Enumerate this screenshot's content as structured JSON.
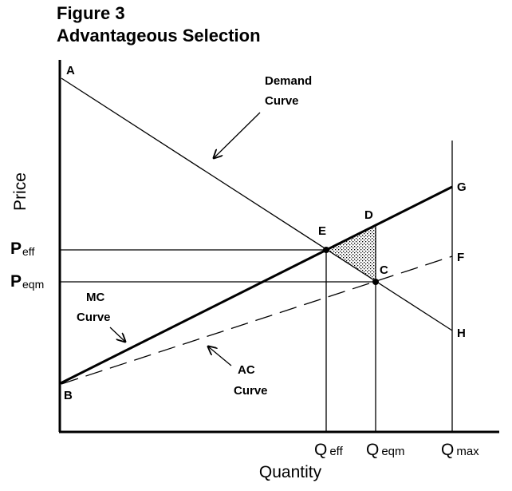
{
  "figure": {
    "title_line1": "Figure 3",
    "title_line2": "Advantageous Selection"
  },
  "axes": {
    "x_title": "Quantity",
    "y_title": "Price"
  },
  "x_ticks": {
    "q_eff": {
      "main": "Q",
      "sub": "eff"
    },
    "q_eqm": {
      "main": "Q",
      "sub": "eqm"
    },
    "q_max": {
      "main": "Q",
      "sub": "max"
    }
  },
  "y_ticks": {
    "p_eff": {
      "main": "P",
      "sub": "eff"
    },
    "p_eqm": {
      "main": "P",
      "sub": "eqm"
    }
  },
  "points": {
    "A": "A",
    "B": "B",
    "C": "C",
    "D": "D",
    "E": "E",
    "F": "F",
    "G": "G",
    "H": "H"
  },
  "curve_labels": {
    "demand_line1": "Demand",
    "demand_line2": "Curve",
    "mc_line1": "MC",
    "mc_line2": "Curve",
    "ac_line1": "AC",
    "ac_line2": "Curve"
  },
  "colors": {
    "line": "#000000",
    "background": "#ffffff"
  }
}
